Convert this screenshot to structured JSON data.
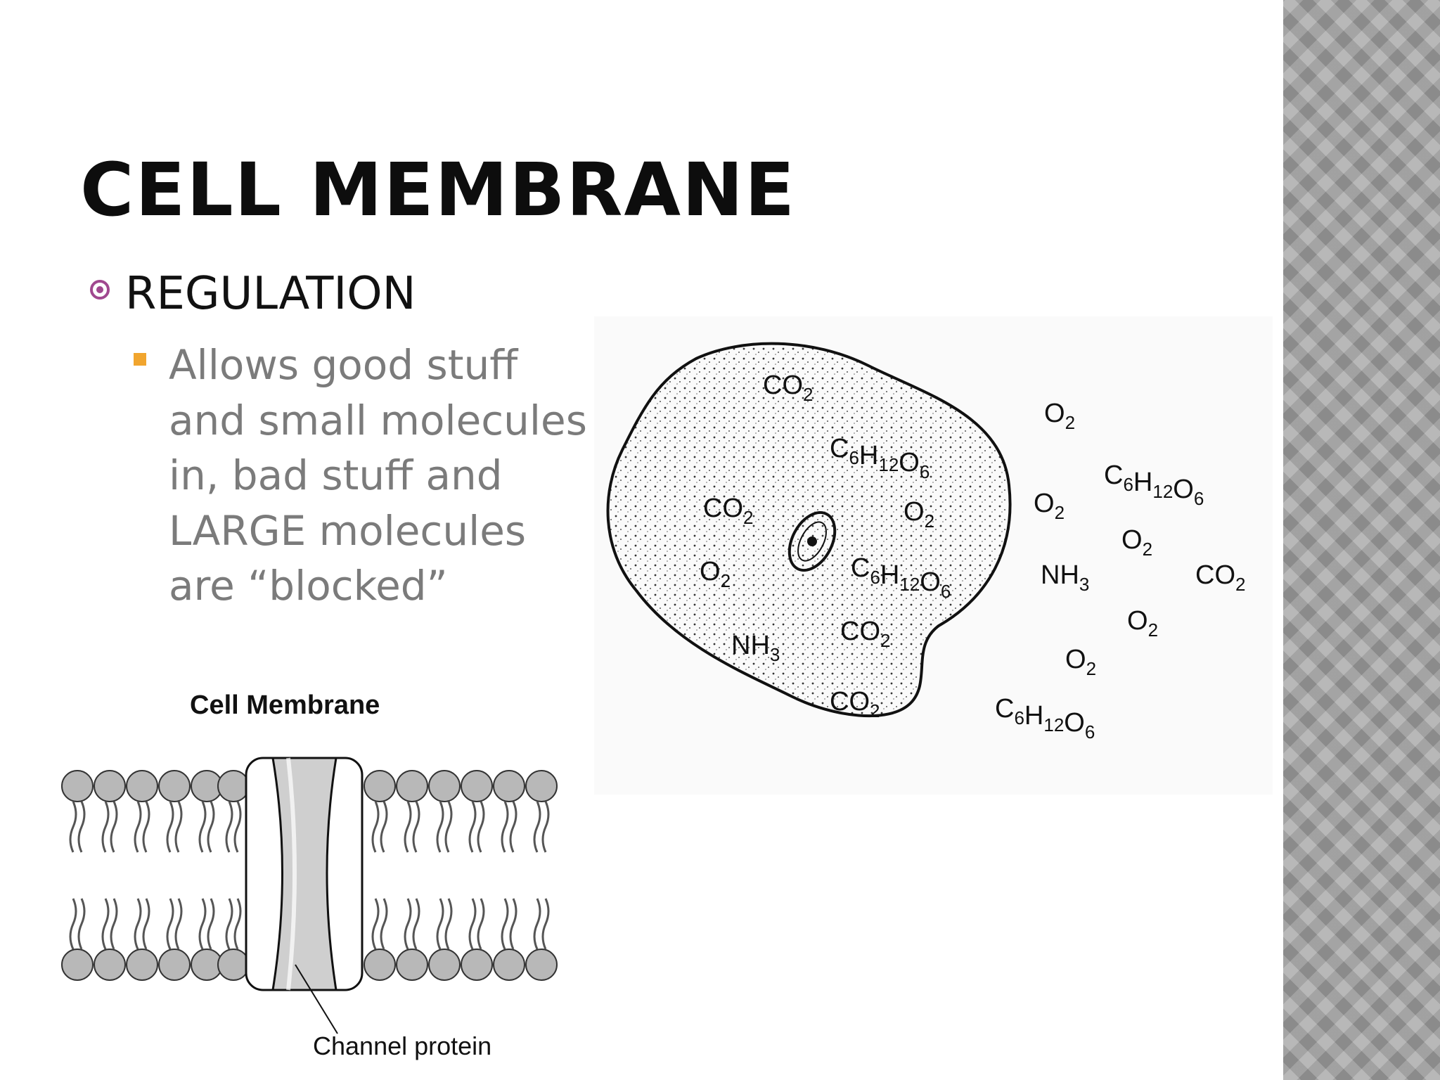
{
  "slide": {
    "title": "CELL MEMBRANE",
    "bullet_l1": "REGULATION",
    "bullet_l2": "Allows good stuff and small molecules in, bad stuff and LARGE molecules are “blocked”",
    "bullet_l1_color": "#a0488f",
    "bullet_l2_color": "#f1a52e"
  },
  "cell_figure": {
    "inside_labels": [
      {
        "base": "CO",
        "sub": "2"
      },
      {
        "base": "C",
        "sub": "6",
        "base2": "H",
        "sub2": "12",
        "base3": "O",
        "sub3": "6"
      },
      {
        "base": "CO",
        "sub": "2"
      },
      {
        "base": "O",
        "sub": "2"
      },
      {
        "base": "C",
        "sub": "6",
        "base2": "H",
        "sub2": "12",
        "base3": "O",
        "sub3": "6"
      },
      {
        "base": "O",
        "sub": "2"
      },
      {
        "base": "NH",
        "sub": "3"
      },
      {
        "base": "CO",
        "sub": "2"
      },
      {
        "base": "CO",
        "sub": "2"
      }
    ],
    "outside_labels": [
      {
        "base": "O",
        "sub": "2"
      },
      {
        "base": "O",
        "sub": "2"
      },
      {
        "base": "C",
        "sub": "6",
        "base2": "H",
        "sub2": "12",
        "base3": "O",
        "sub3": "6"
      },
      {
        "base": "O",
        "sub": "2"
      },
      {
        "base": "NH",
        "sub": "3"
      },
      {
        "base": "CO",
        "sub": "2"
      },
      {
        "base": "O",
        "sub": "2"
      },
      {
        "base": "O",
        "sub": "2"
      },
      {
        "base": "C",
        "sub": "6",
        "base2": "H",
        "sub2": "12",
        "base3": "O",
        "sub3": "6"
      }
    ]
  },
  "membrane_figure": {
    "title": "Cell Membrane",
    "label": "Channel protein"
  }
}
